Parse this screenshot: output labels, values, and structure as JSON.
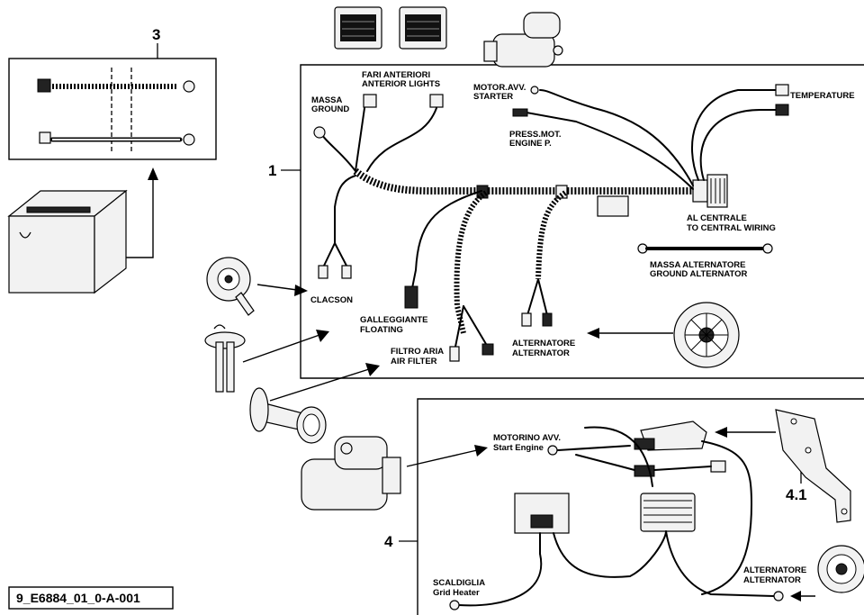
{
  "callouts": {
    "c1": "1",
    "c3": "3",
    "c4": "4",
    "c41": "4.1"
  },
  "labels": {
    "fari_it": "FARI ANTERIORI",
    "fari_en": "ANTERIOR LIGHTS",
    "massa_it": "MASSA",
    "massa_en": "GROUND",
    "motor_avv_it": "MOTOR.AVV.",
    "motor_avv_en": "STARTER",
    "temperature": "TEMPERATURE",
    "press_it": "PRESS.MOT.",
    "press_en": "ENGINE P.",
    "central_it": "AL CENTRALE",
    "central_en": "TO CENTRAL WIRING",
    "massa_alt_it": "MASSA ALTERNATORE",
    "massa_alt_en": "GROUND ALTERNATOR",
    "clacson": "CLACSON",
    "galleggiante_it": "GALLEGGIANTE",
    "galleggiante_en": "FLOATING",
    "filtro_it": "FILTRO ARIA",
    "filtro_en": "AIR FILTER",
    "alternatore1_it": "ALTERNATORE",
    "alternatore1_en": "ALTERNATOR",
    "motorino_it": "MOTORINO AVV.",
    "motorino_en": "Start Engine",
    "scaldiglia_it": "SCALDIGLIA",
    "scaldiglia_en": "Grid Heater",
    "alternatore2_it": "ALTERNATORE",
    "alternatore2_en": "ALTERNATOR"
  },
  "diagram_code": "9_E6884_01_0-A-001"
}
